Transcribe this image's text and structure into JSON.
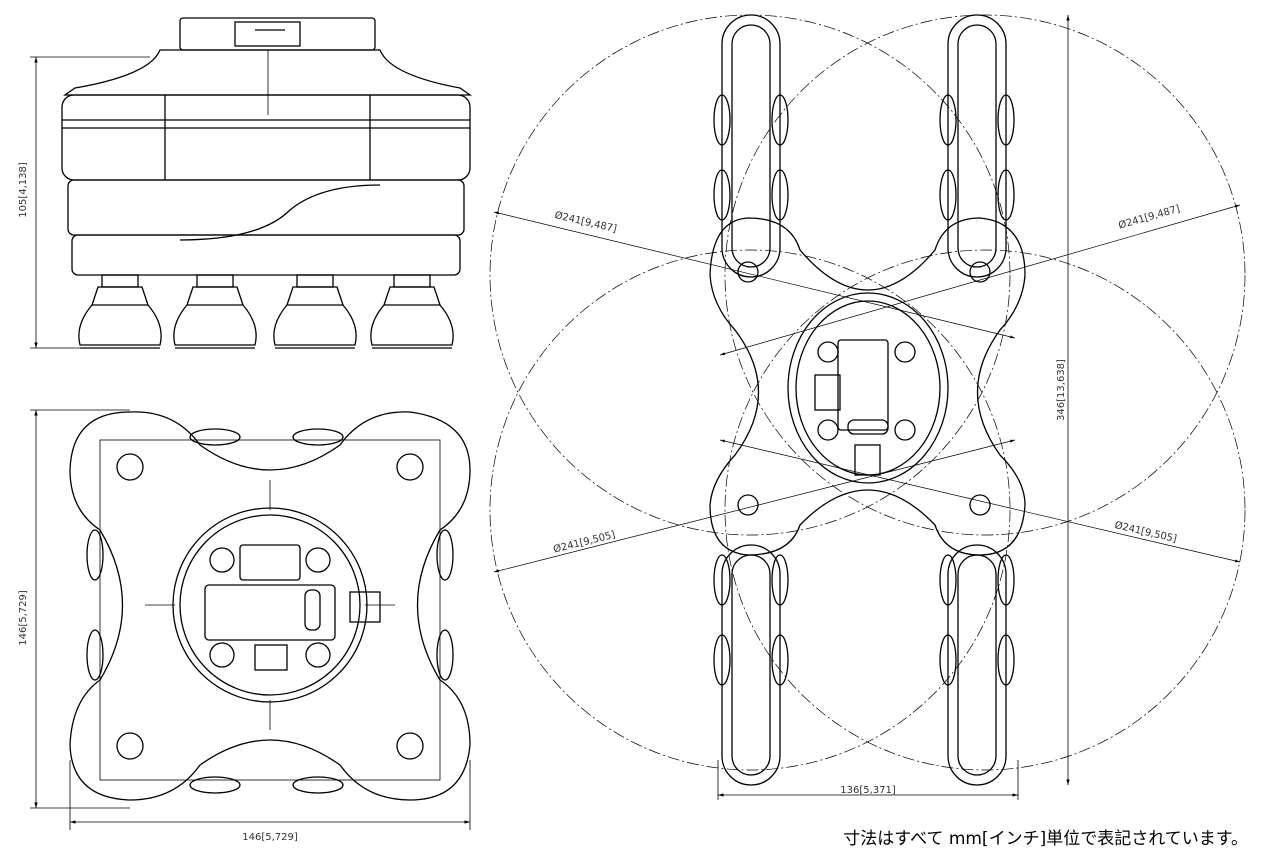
{
  "drawing": {
    "side_view": {
      "height_dim": "105[4,138]"
    },
    "top_view": {
      "height_dim": "146[5,729]",
      "width_dim": "146[5,729]"
    },
    "work_area_view": {
      "diameters": [
        "Ø241[9,487]",
        "Ø241[9,487]",
        "Ø241[9,505]",
        "Ø241[9,505]"
      ],
      "height_dim": "346[13,638]",
      "width_dim": "136[5,371]"
    },
    "footer_note": "寸法はすべて mm[インチ]単位で表記されています。",
    "line_color": "#000000",
    "dim_color": "#333333"
  }
}
